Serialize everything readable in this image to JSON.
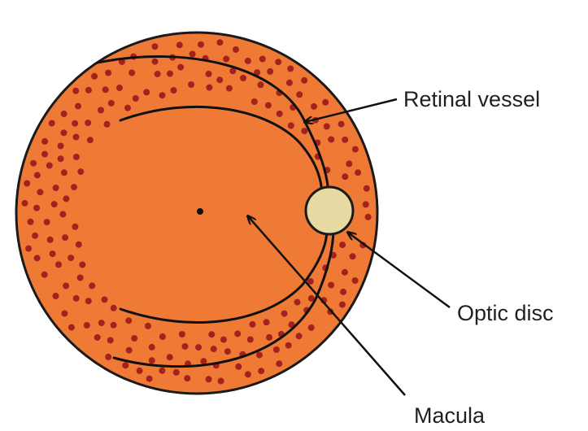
{
  "labels": {
    "retinal_vessel": "Retinal vessel",
    "optic_disc": "Optic disc",
    "macula": "Macula"
  },
  "colors": {
    "retina_fill": "#ee7a35",
    "outline": "#1a1a1a",
    "dots": "#a3211e",
    "optic_disc_fill": "#e6d9a2"
  }
}
